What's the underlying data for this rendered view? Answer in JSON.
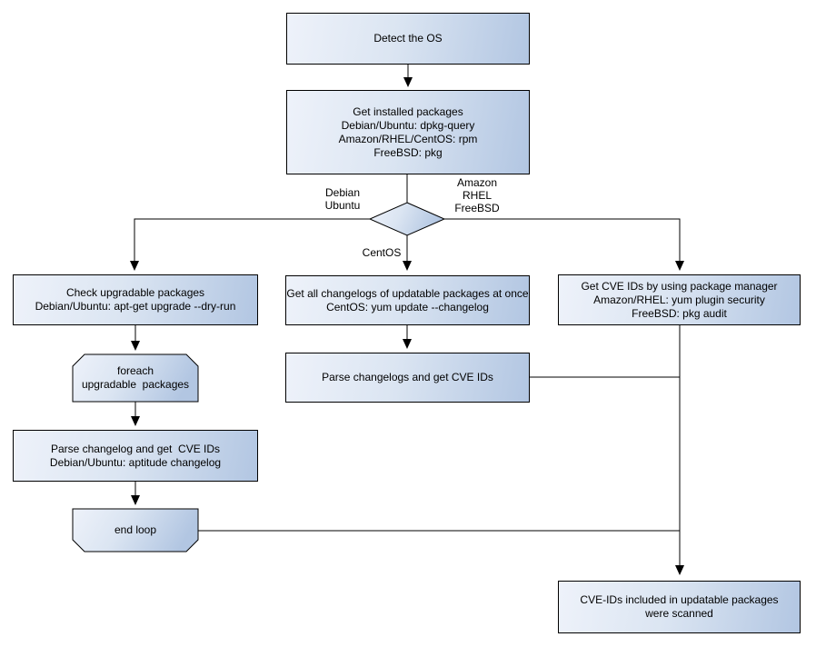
{
  "colors": {
    "node_fill_light": "#eef2fa",
    "node_fill_dark": "#b2c6e2",
    "node_border": "#000000",
    "connector": "#000000",
    "text": "#000000",
    "background": "#ffffff"
  },
  "nodes": {
    "detect_os": {
      "label": "Detect the OS"
    },
    "get_installed": {
      "label": "Get installed packages\nDebian/Ubuntu: dpkg-query\nAmazon/RHEL/CentOS: rpm\nFreeBSD: pkg"
    },
    "check_upgradable": {
      "label": "Check upgradable packages\nDebian/Ubuntu: apt-get upgrade --dry-run"
    },
    "foreach_loop": {
      "label": "foreach\nupgradable  packages"
    },
    "parse_changelog": {
      "label": "Parse changelog and get  CVE IDs\nDebian/Ubuntu: aptitude changelog"
    },
    "end_loop": {
      "label": "end loop"
    },
    "get_changelogs": {
      "label": "Get all changelogs of updatable packages at once\nCentOS: yum update --changelog"
    },
    "parse_changelogs": {
      "label": "Parse changelogs and get CVE IDs"
    },
    "get_cve_pkgmgr": {
      "label": "Get CVE IDs by using package manager\nAmazon/RHEL: yum plugin security\nFreeBSD: pkg audit"
    },
    "scanned": {
      "label": "CVE-IDs included in updatable packages\nwere scanned"
    }
  },
  "edge_labels": {
    "branch_left": "Debian\nUbuntu",
    "branch_right": "Amazon\nRHEL\nFreeBSD",
    "branch_down": "CentOS"
  }
}
